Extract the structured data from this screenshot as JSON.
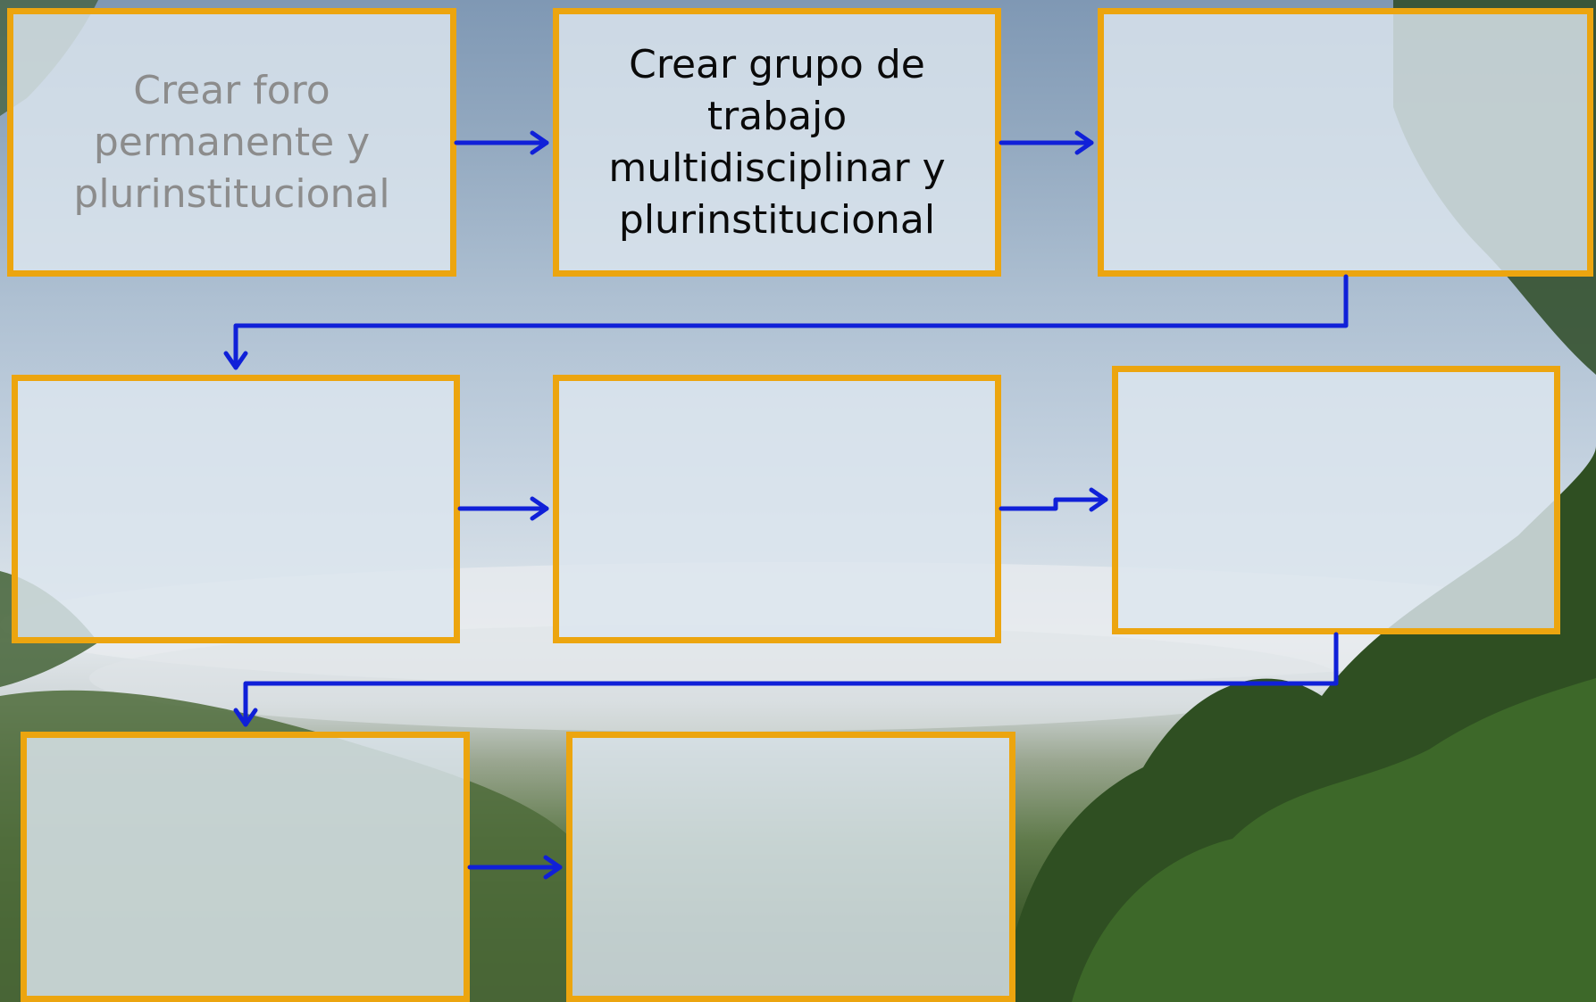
{
  "diagram": {
    "title": "",
    "colors": {
      "box_border": "#eca50f",
      "connector": "#1020d8",
      "faded_text": "#8c8c8c",
      "active_text": "#0a0a0a"
    },
    "steps": [
      {
        "id": "b1",
        "label": "Crear foro permanente y plurinstitucional",
        "state": "faded"
      },
      {
        "id": "b2",
        "label": "Crear grupo de trabajo multidisciplinar y plurinstitucional",
        "state": "active"
      },
      {
        "id": "b3",
        "label": "",
        "state": "empty"
      },
      {
        "id": "b4",
        "label": "",
        "state": "empty"
      },
      {
        "id": "b5",
        "label": "",
        "state": "empty"
      },
      {
        "id": "b6",
        "label": "",
        "state": "empty"
      },
      {
        "id": "b7",
        "label": "",
        "state": "empty"
      },
      {
        "id": "b8",
        "label": "",
        "state": "empty"
      }
    ],
    "flow": [
      {
        "from": "b1",
        "to": "b2"
      },
      {
        "from": "b2",
        "to": "b3"
      },
      {
        "from": "b3",
        "to": "b4"
      },
      {
        "from": "b4",
        "to": "b5"
      },
      {
        "from": "b5",
        "to": "b6"
      },
      {
        "from": "b6",
        "to": "b7"
      },
      {
        "from": "b7",
        "to": "b8"
      }
    ]
  }
}
